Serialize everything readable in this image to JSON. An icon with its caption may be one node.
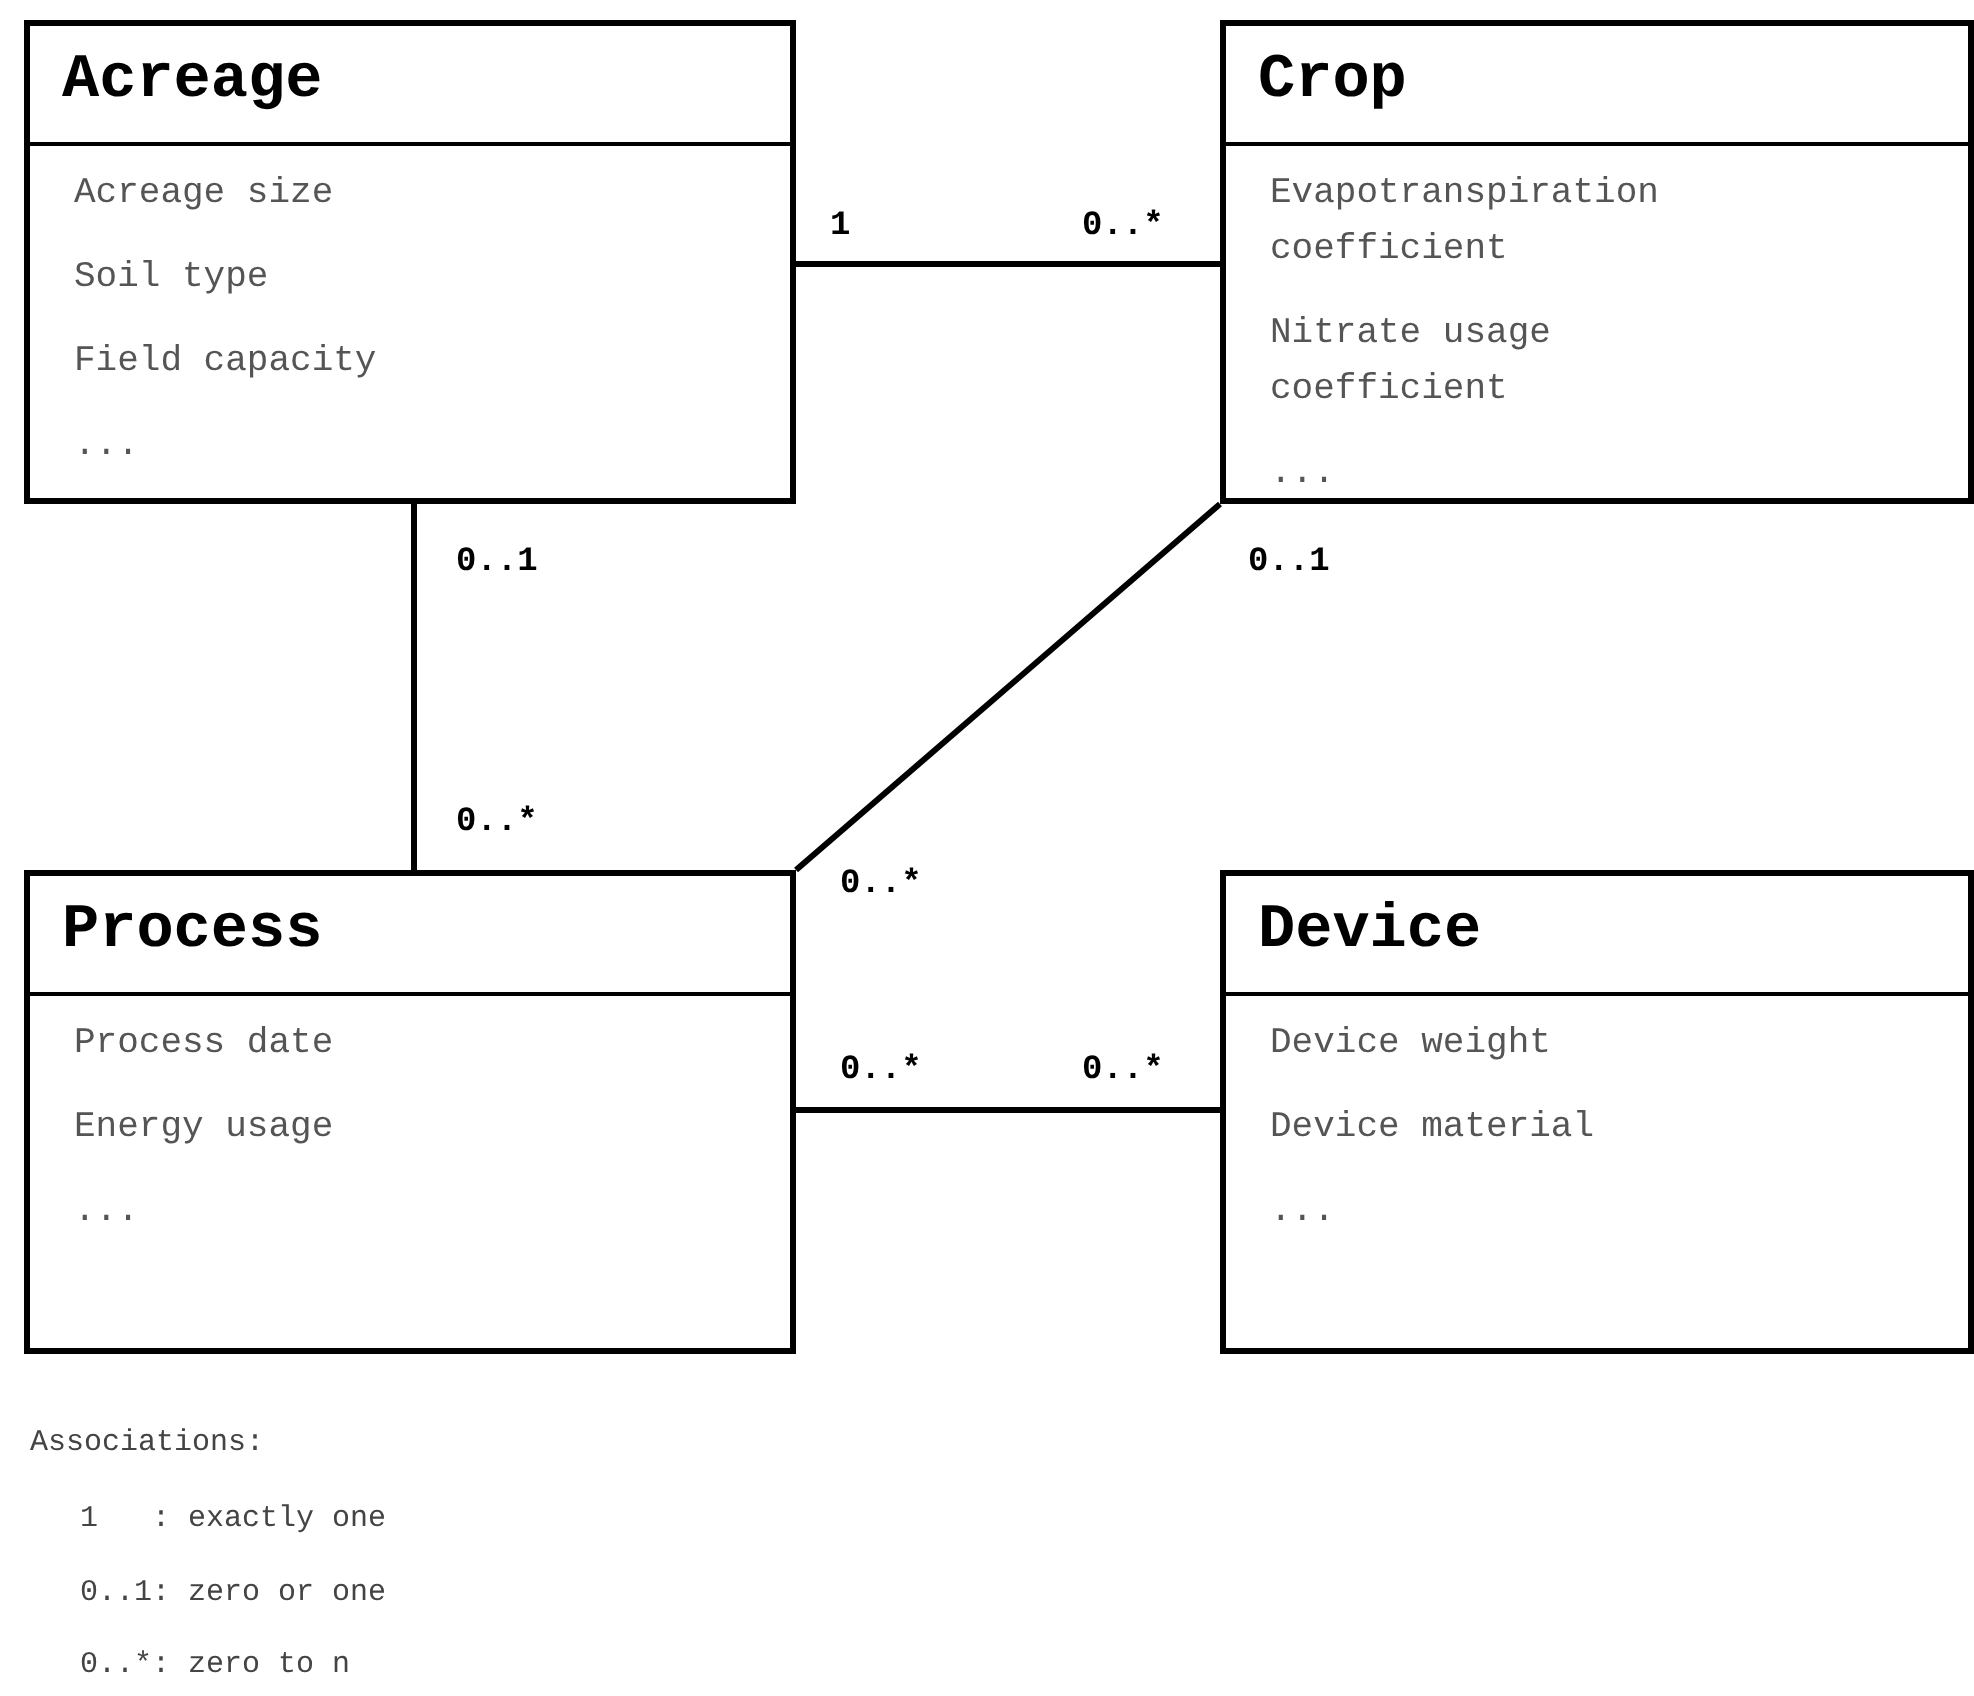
{
  "diagram": {
    "nodes": [
      {
        "text": [
          "Acreage",
          "Acreage size",
          "Soil type",
          "Field capacity",
          "..."
        ]
      },
      {
        "text": [
          "Crop",
          "Evapotranspiration coefficient",
          "Nitrate usage coefficient",
          "..."
        ]
      },
      {
        "text": [
          "Process",
          "Process date",
          "Energy usage",
          "..."
        ]
      },
      {
        "text": [
          "Device",
          "Device weight",
          "Device material",
          "..."
        ]
      }
    ],
    "edges": [
      {
        "from": 0,
        "to": 1,
        "arrow": "none"
      },
      {
        "from": 0,
        "to": 2,
        "arrow": "none"
      },
      {
        "from": 1,
        "to": 2,
        "arrow": "none"
      },
      {
        "from": 2,
        "to": 3,
        "arrow": "none"
      }
    ],
    "labels": [
      "1",
      "0..*",
      "0..1",
      "0..1",
      "0..*",
      "0..*",
      "0..*",
      "0..*",
      "Associations:",
      "1   : exactly one",
      "0..1: zero or one",
      "0..*: zero to n"
    ]
  }
}
